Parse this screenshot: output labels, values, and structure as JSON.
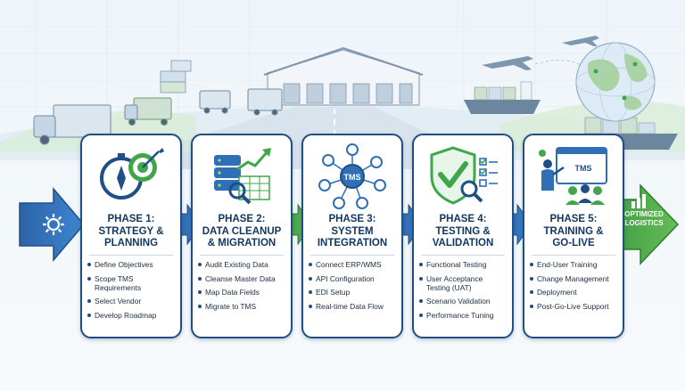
{
  "colors": {
    "navy": "#1f4f85",
    "blue_arrow": "#2f6fb5",
    "green_arrow": "#43a047",
    "green_check": "#3fa64a",
    "text_dark": "#12365f"
  },
  "background": {
    "scene": "logistics warehouse with trucks, ships, airplane and globe",
    "icons": [
      "warehouse-icon",
      "truck-icon",
      "airplane-icon",
      "cargo-ship-icon",
      "globe-icon"
    ]
  },
  "start_icon": "gear-icon",
  "phases": [
    {
      "title": [
        "PHASE 1:",
        "STRATEGY &",
        "PLANNING"
      ],
      "icon": "compass-target-icon",
      "items": [
        "Define Objectives",
        "Scope TMS Requirements",
        "Select Vendor",
        "Develop Roadmap"
      ]
    },
    {
      "title": [
        "PHASE 2:",
        "DATA CLEANUP",
        "& MIGRATION"
      ],
      "icon": "database-chart-icon",
      "items": [
        "Audit Existing Data",
        "Cleanse Master Data",
        "Map Data Fields",
        "Migrate to TMS"
      ]
    },
    {
      "title": [
        "PHASE 3:",
        "SYSTEM",
        "INTEGRATION"
      ],
      "icon": "tms-network-icon",
      "icon_label": "TMS",
      "items": [
        "Connect ERP/WMS",
        "API Configuration",
        "EDI Setup",
        "Real-time Data Flow"
      ]
    },
    {
      "title": [
        "PHASE 4:",
        "TESTING &",
        "VALIDATION"
      ],
      "icon": "shield-check-icon",
      "items": [
        "Functional Testing",
        "User Acceptance Testing (UAT)",
        "Scenario Validation",
        "Performance Tuning"
      ]
    },
    {
      "title": [
        "PHASE 5:",
        "TRAINING &",
        "GO-LIVE"
      ],
      "icon": "training-presenter-icon",
      "icon_label": "TMS",
      "items": [
        "End-User Training",
        "Change Management",
        "Deployment",
        "Post-Go-Live Support"
      ]
    }
  ],
  "final": {
    "label": [
      "OPTIMIZED",
      "LOGISTICS"
    ],
    "icon": "bar-chart-icon"
  }
}
